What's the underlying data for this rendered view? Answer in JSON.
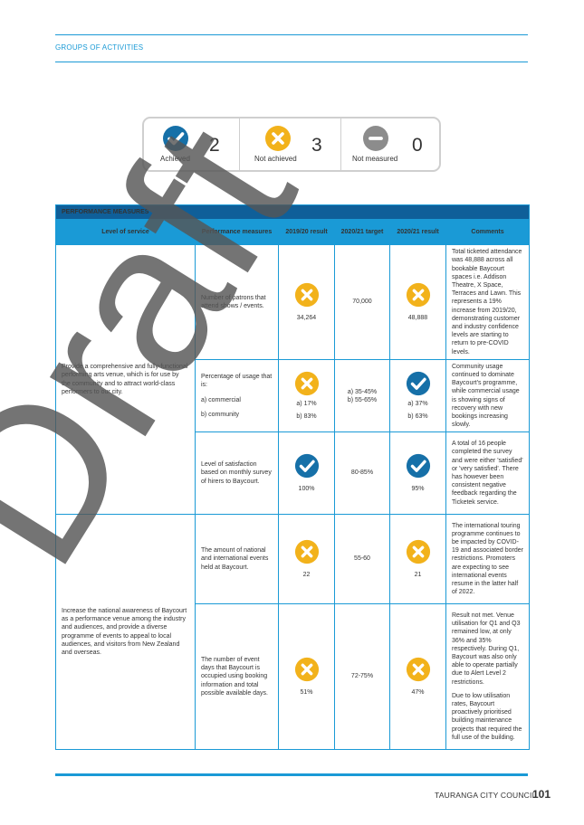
{
  "header": {
    "section_label": "GROUPS OF ACTIVITIES"
  },
  "summary": {
    "achieved": {
      "label": "Achieved",
      "count": "2",
      "icon": "check-circle-icon",
      "color": "#1670a8"
    },
    "not_achieved": {
      "label": "Not achieved",
      "count": "3",
      "icon": "cross-circle-icon",
      "color": "#f2b21b"
    },
    "not_measured": {
      "label": "Not measured",
      "count": "0",
      "icon": "minus-circle-icon",
      "color": "#8c8c8c"
    }
  },
  "table": {
    "title": "PERFORMANCE MEASURES",
    "headers": {
      "level": "Level of service",
      "measures": "Performance measures",
      "r1920": "2019/20 result",
      "t2021": "2020/21 target",
      "r2021": "2020/21 result",
      "comments": "Comments"
    },
    "groups": [
      {
        "level": "Provide a comprehensive and fully-functional performing arts venue, which is for use by the community and to attract world-class performers to our city."
      },
      {
        "level": "Increase the national awareness of Baycourt as a performance venue among the industry and audiences, and provide a diverse programme of events to appeal to local audiences, and visitors from New Zealand and overseas."
      }
    ],
    "rows": [
      {
        "measure": "Number of patrons that attend shows / events.",
        "r1920_status": "not-achieved",
        "r1920_value": "34,264",
        "target": "70,000",
        "r2021_status": "not-achieved",
        "r2021_value": "48,888",
        "comments": [
          "Total ticketed attendance was 48,888 across all bookable Baycourt spaces i.e. Addison Theatre, X Space, Terraces and Lawn. This represents a 19% increase from 2019/20, demonstrating customer and industry confidence levels are starting to return to pre-COVID levels."
        ]
      },
      {
        "measure_intro": "Percentage of usage that is:",
        "measure_a": "a) commercial",
        "measure_b": "b) community",
        "r1920_status": "not-achieved",
        "r1920_a": "a) 17%",
        "r1920_b": "b) 83%",
        "target_a": "a) 35-45%",
        "target_b": "b) 55-65%",
        "r2021_status": "achieved",
        "r2021_a": "a) 37%",
        "r2021_b": "b) 63%",
        "comments": [
          "Community usage continued to dominate Baycourt's programme, while commercial usage is showing signs of recovery with new bookings increasing slowly."
        ]
      },
      {
        "measure": "Level of satisfaction based on monthly survey of hirers to Baycourt.",
        "r1920_status": "achieved",
        "r1920_value": "100%",
        "target": "80-85%",
        "r2021_status": "achieved",
        "r2021_value": "95%",
        "comments": [
          "A total of 16 people completed the survey and were either 'satisfied' or 'very satisfied'. There has however been consistent negative feedback regarding the Ticketek service."
        ]
      },
      {
        "measure": "The amount of national and international events held at Baycourt.",
        "r1920_status": "not-achieved",
        "r1920_value": "22",
        "target": "55-60",
        "r2021_status": "not-achieved",
        "r2021_value": "21",
        "comments": [
          "The international touring programme continues to be impacted by COVID-19 and associated border restrictions. Promoters are expecting to see international events resume in the latter half of 2022."
        ]
      },
      {
        "measure": "The number of event days that Baycourt is occupied using booking information and total possible available days.",
        "r1920_status": "not-achieved",
        "r1920_value": "51%",
        "target": "72-75%",
        "r2021_status": "not-achieved",
        "r2021_value": "47%",
        "comments": [
          "Result not met. Venue utilisation for Q1 and Q3 remained low, at only 36% and 35% respectively. During Q1, Baycourt was also only able to operate partially due to Alert Level 2 restrictions.",
          "Due to low utilisation rates, Baycourt proactively prioritised building maintenance projects that required the full use of the building."
        ]
      }
    ]
  },
  "watermark": {
    "text": "Draft",
    "color": "#555555"
  },
  "footer": {
    "council": "TAURANGA CITY COUNCIL",
    "page": "101"
  }
}
